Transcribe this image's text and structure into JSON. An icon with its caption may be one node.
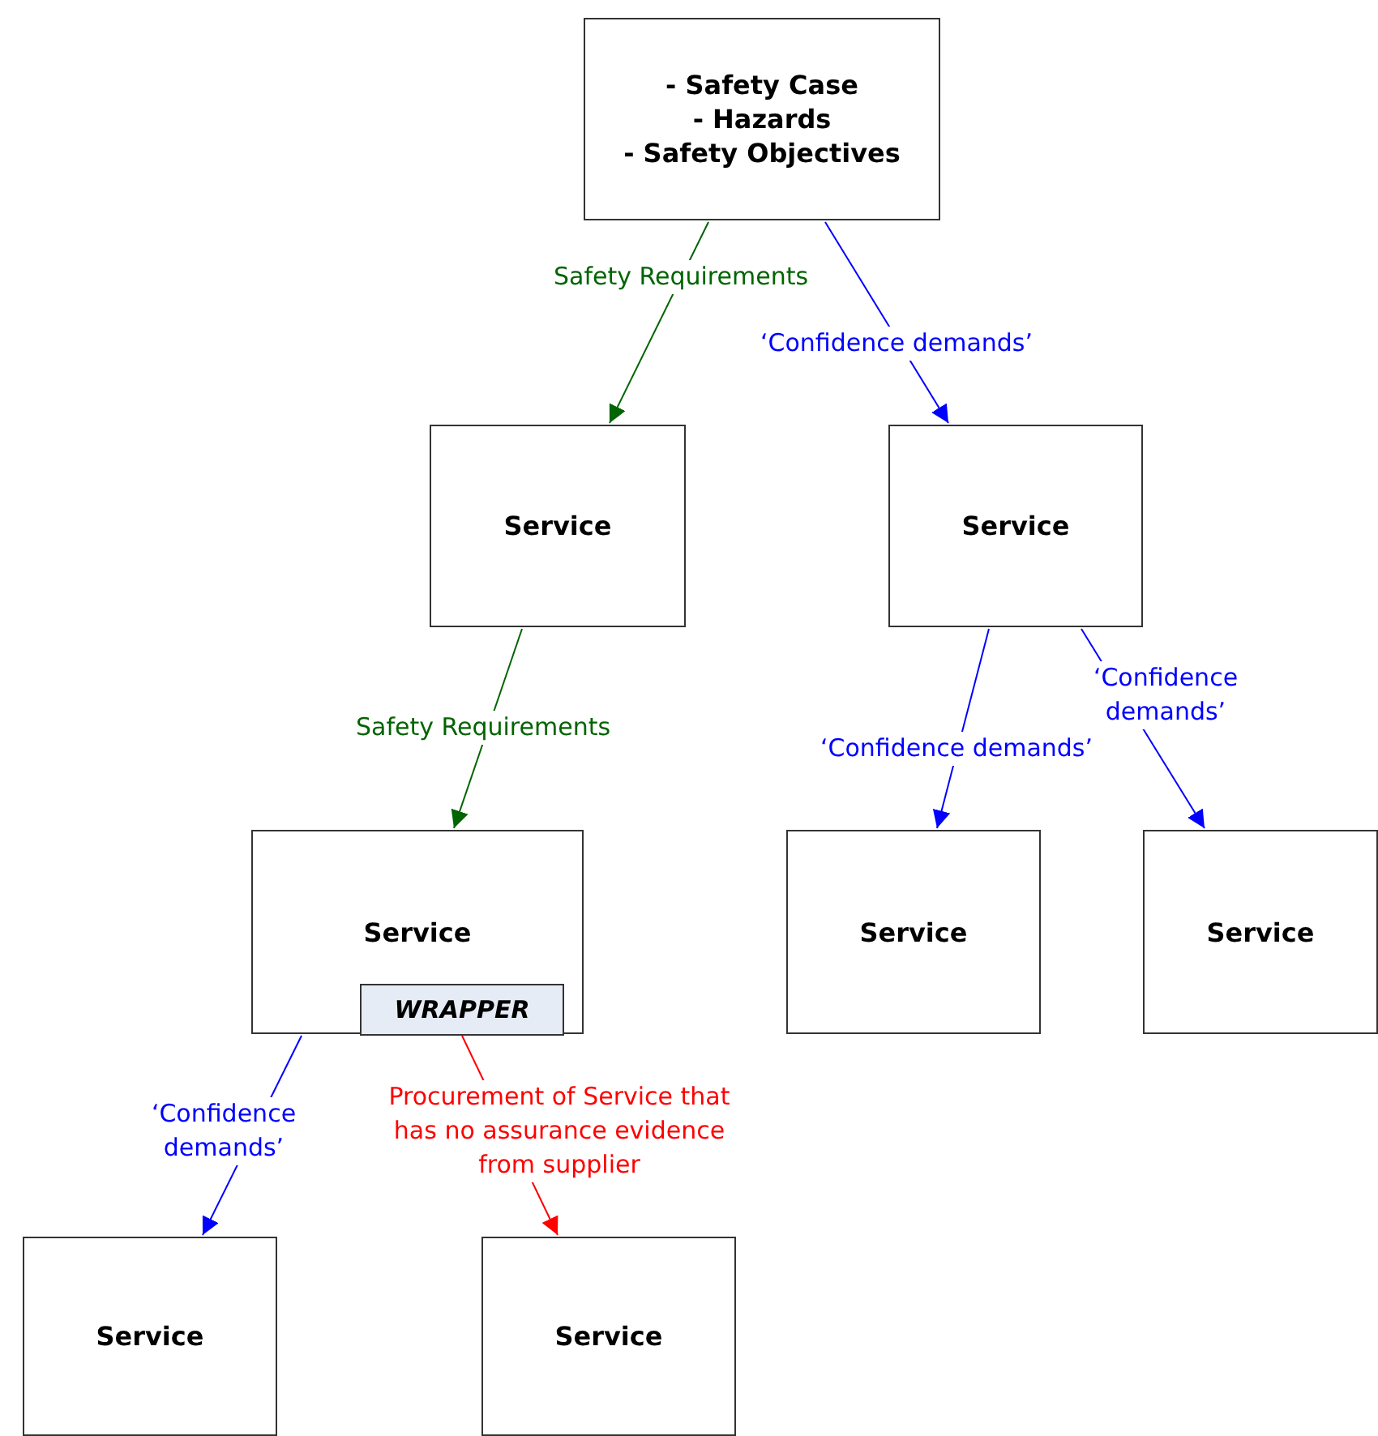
{
  "diagram": {
    "nodes": [
      {
        "text": [
          "- Safety Case",
          "- Hazards",
          "- Safety Objectives"
        ]
      },
      {
        "text": [
          "Service"
        ]
      },
      {
        "text": [
          "Service"
        ]
      },
      {
        "text": [
          "Service"
        ]
      },
      {
        "text": [
          "WRAPPER"
        ],
        "in": 3
      },
      {
        "text": [
          "Service"
        ]
      },
      {
        "text": [
          "Service"
        ]
      },
      {
        "text": [
          "Service"
        ]
      },
      {
        "text": [
          "Service"
        ]
      }
    ],
    "edges": [
      {
        "from": 0,
        "to": 1,
        "arrow": "to",
        "label": "Safety Requirements",
        "color": "#006400"
      },
      {
        "from": 0,
        "to": 2,
        "arrow": "to",
        "label": "‘Confidence demands’",
        "color": "#0000ff"
      },
      {
        "from": 1,
        "to": 3,
        "arrow": "to",
        "label": "Safety Requirements",
        "color": "#006400"
      },
      {
        "from": 2,
        "to": 5,
        "arrow": "to",
        "label": "‘Confidence demands’",
        "color": "#0000ff"
      },
      {
        "from": 2,
        "to": 6,
        "arrow": "to",
        "label": "‘Confidence demands’",
        "color": "#0000ff"
      },
      {
        "from": 3,
        "to": 7,
        "arrow": "to",
        "label": "‘Confidence demands’",
        "color": "#0000ff"
      },
      {
        "from": 4,
        "to": 8,
        "arrow": "to",
        "label": "Procurement of Service that has no assurance evidence from supplier",
        "color": "#ff0000"
      }
    ]
  }
}
